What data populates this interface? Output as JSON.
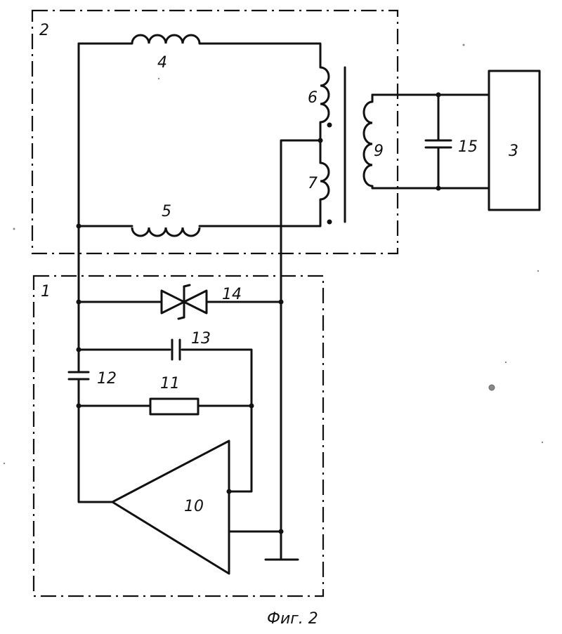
{
  "diagram": {
    "labels": {
      "block_1": "1",
      "block_2": "2",
      "block_3": "3",
      "inductor_4": "4",
      "inductor_5": "5",
      "winding_6": "6",
      "winding_7": "7",
      "winding_9": "9",
      "amplifier_10": "10",
      "resistor_11": "11",
      "capacitor_12": "12",
      "capacitor_13": "13",
      "suppressor_14": "14",
      "capacitor_15": "15"
    },
    "caption": "Фиг. 2"
  }
}
